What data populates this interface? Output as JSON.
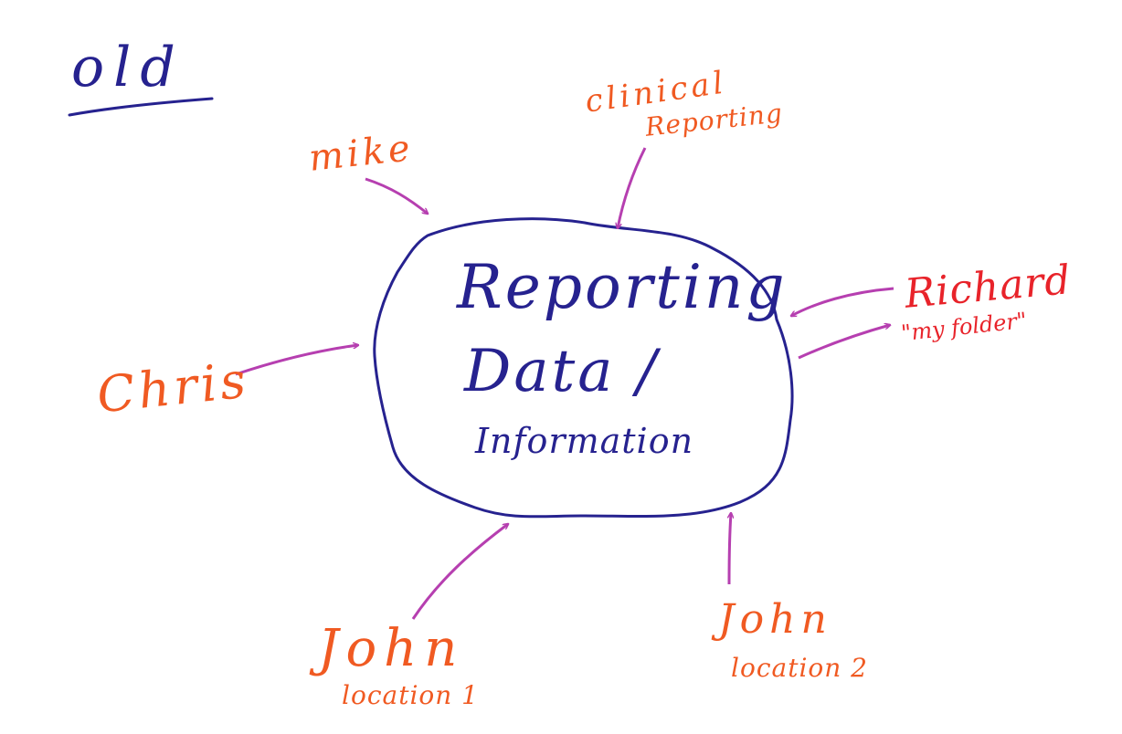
{
  "title": "old",
  "center": {
    "line1": "Reporting",
    "line2": "Data /",
    "line3": "Information"
  },
  "sources": {
    "mike": "mike",
    "clinical_1": "clinical",
    "clinical_2": "Reporting",
    "richard_1": "Richard",
    "richard_2": "\"my folder\"",
    "chris": "Chris",
    "john1_name": "John",
    "john1_location": "location 1",
    "john2_name": "John",
    "john2_location": "location 2"
  },
  "colors": {
    "ink_blue": "#26228f",
    "ink_orange": "#f05a22",
    "ink_red": "#e8232a",
    "arrow_purple": "#b63fb0"
  }
}
